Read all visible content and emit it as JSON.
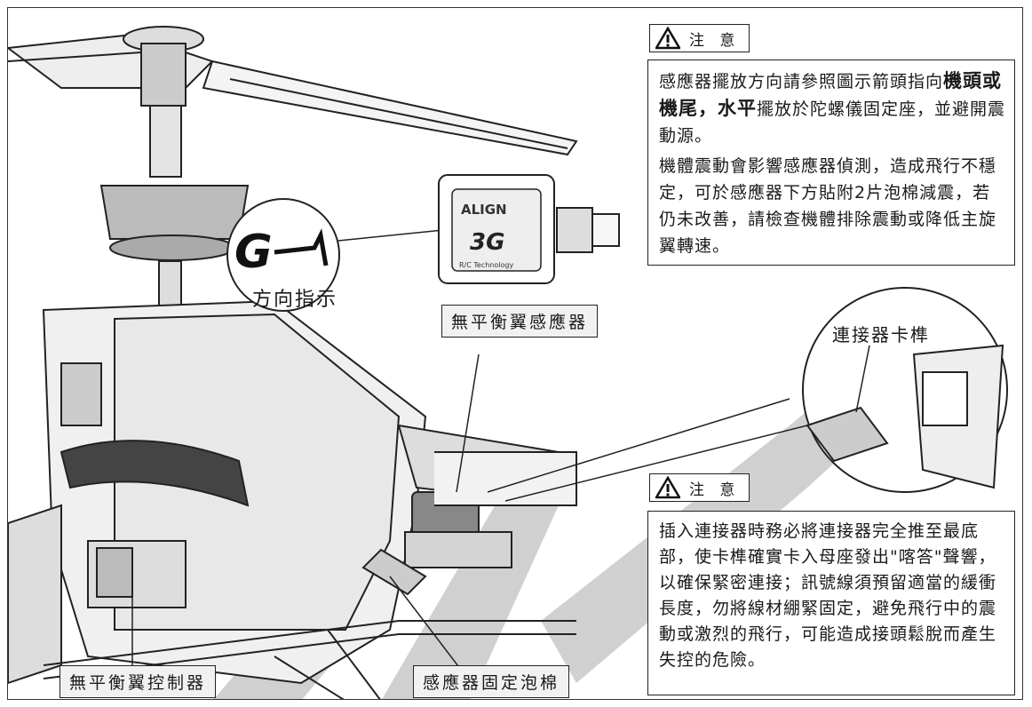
{
  "warnings": {
    "top": {
      "title": "注 意",
      "para1_parts": [
        "感應器擺放方向請參照圖示箭頭指向",
        "機頭或機尾，水平",
        "擺放於陀螺儀固定座，並避開震動源。"
      ],
      "para2": "機體震動會影響感應器偵測，造成飛行不穩定，可於感應器下方貼附2片泡棉減震，若仍未改善，請檢查機體排除震動或降低主旋翼轉速。"
    },
    "bottom": {
      "title": "注 意",
      "text": "插入連接器時務必將連接器完全推至最底部，使卡榫確實卡入母座發出\"喀答\"聲響，以確保緊密連接；訊號線須預留適當的緩衝長度，勿將線材綳緊固定，避免飛行中的震動或激烈的飛行，可能造成接頭鬆脫而產生失控的危險。"
    }
  },
  "labels": {
    "direction": "方向指示",
    "sensor": "無平衡翼感應器",
    "connector_latch": "連接器卡榫",
    "controller": "無平衡翼控制器",
    "foam": "感應器固定泡棉"
  },
  "sensor_unit": {
    "brand": "ALIGN",
    "model": "3G",
    "tagline": "R/C Technology"
  },
  "direction_mark": "G",
  "watermark": "ALIGN",
  "icons": [
    "warning-triangle-icon"
  ]
}
